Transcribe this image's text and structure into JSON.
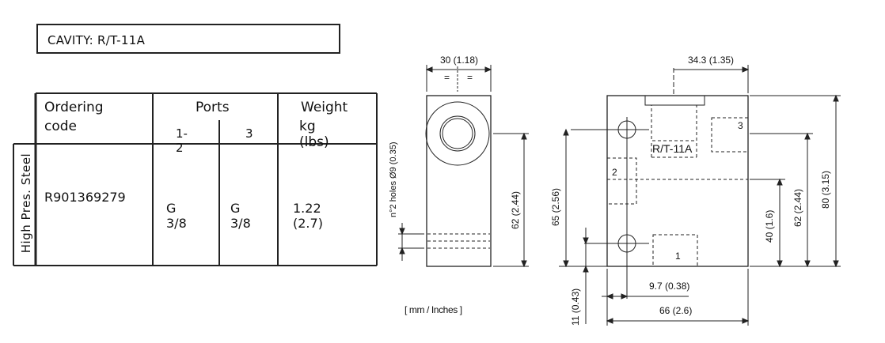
{
  "cavity": {
    "label": "CAVITY: R/T-11A"
  },
  "table": {
    "row_header": "High Pres. Steel",
    "headers": {
      "ordering_line1": "Ordering",
      "ordering_line2": "code",
      "ports": "Ports",
      "port_a": "1-2",
      "port_b": "3",
      "weight_line1": "Weight",
      "weight_line2": "kg (lbs)"
    },
    "row": {
      "code": "R901369279",
      "port_a": "G 3/8",
      "port_b": "G 3/8",
      "weight": "1.22 (2.7)"
    }
  },
  "side_view": {
    "width_dim": "30 (1.18)",
    "height_dim": "62 (2.44)",
    "holes_note": "n°2 holes Ø9 (0.35)",
    "sym_left": "=",
    "sym_right": "="
  },
  "front_view": {
    "top_dim": "34.3 (1.35)",
    "cavity_label": "R/T-11A",
    "port1": "1",
    "port2": "2",
    "port3": "3",
    "dim_65": "65 (2.56)",
    "dim_40": "40 (1.6)",
    "dim_62": "62 (2.44)",
    "dim_80": "80 (3.15)",
    "dim_97": "9.7 (0.38)",
    "dim_11": "11 (0.43)",
    "dim_66": "66 (2.6)"
  },
  "units": "mm / Inches"
}
